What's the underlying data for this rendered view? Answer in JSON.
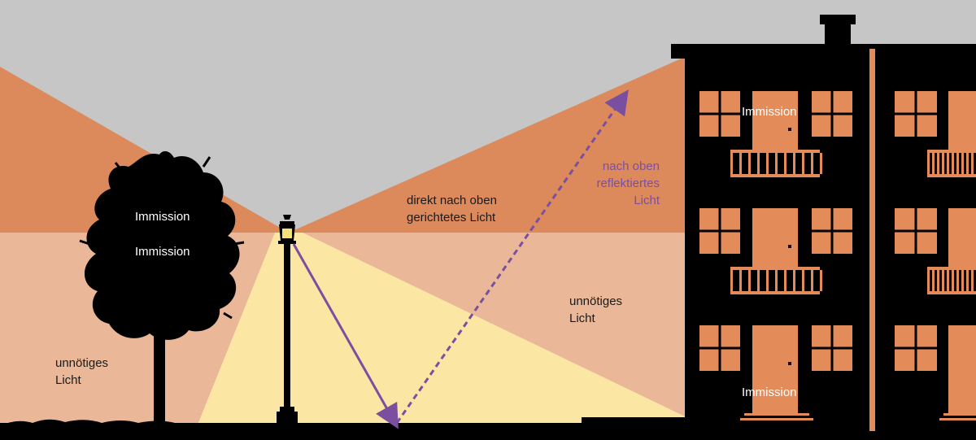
{
  "labels": {
    "direct_up": "direkt nach oben\ngerichtetes  Licht",
    "reflected_up": "nach oben\nreflektiertes\nLicht",
    "unnecessary_left": "unnötiges\nLicht",
    "unnecessary_right": "unnötiges\nLicht",
    "immission_tree_1": "Immission",
    "immission_tree_2": "Immission",
    "immission_house_top": "Immission",
    "immission_house_bottom": "Immission"
  },
  "colors": {
    "sky": "#c6c6c6",
    "upward_light": "#dc8a5c",
    "spill_light": "#eab898",
    "useful_light": "#fbe6a4",
    "silhouette": "#000000",
    "window": "#e38c5a",
    "arrow": "#7a4fa0",
    "lamp_glow": "#f5e27a"
  },
  "icons": [
    "tree-icon",
    "street-lamp-icon",
    "apartment-building-icon"
  ]
}
